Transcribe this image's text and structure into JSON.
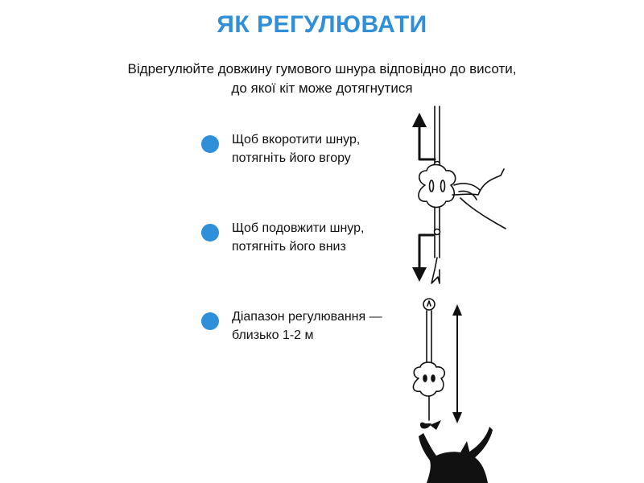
{
  "colors": {
    "accent": "#2f8fd8",
    "dot": "#2f8fd8",
    "ink": "#111111"
  },
  "header": {
    "title": "ЯК РЕГУЛЮВАТИ"
  },
  "intro": {
    "line1": "Відрегулюйте довжину гумового шнура відповідно до висоти,",
    "line2": "до якої кіт може дотягнутися"
  },
  "steps": [
    {
      "line1": "Щоб вкоротити шнур,",
      "line2": "потягніть його вгору"
    },
    {
      "line1": "Щоб подовжити шнур,",
      "line2": "потягніть його вниз"
    },
    {
      "line1": "Діапазон регулювання —",
      "line2": "близько 1-2 м"
    }
  ],
  "icons": {
    "arrow_up": "arrow-up-icon",
    "arrow_down": "arrow-down-icon",
    "range": "double-arrow-icon",
    "toggle": "button-toggle-icon",
    "hand": "hand-icon",
    "cat": "cat-icon",
    "toy": "feather-toy-icon"
  }
}
